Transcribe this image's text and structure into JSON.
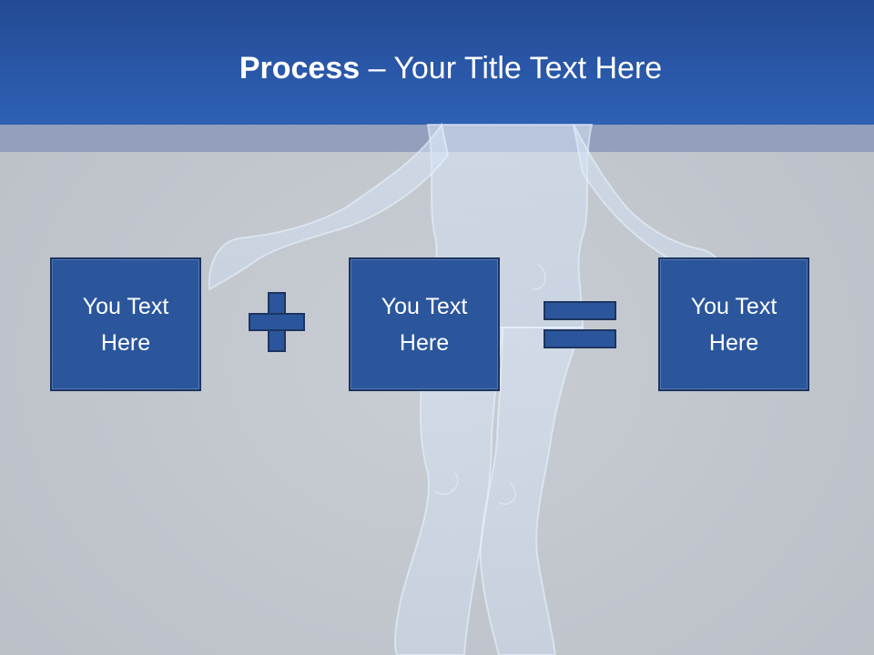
{
  "header": {
    "title_bold": "Process",
    "title_dash": " – ",
    "title_rest": "Your Title Text Here"
  },
  "boxes": [
    {
      "label": "You Text Here"
    },
    {
      "label": "You Text Here"
    },
    {
      "label": "You Text Here"
    }
  ],
  "operators": {
    "plus": "plus-icon",
    "equals": "equals-icon"
  },
  "colors": {
    "header": "#2a58a9",
    "band": "#939fbd",
    "box_fill": "#2b569c",
    "box_border": "#1c3560",
    "background": "#c4c8cf"
  }
}
